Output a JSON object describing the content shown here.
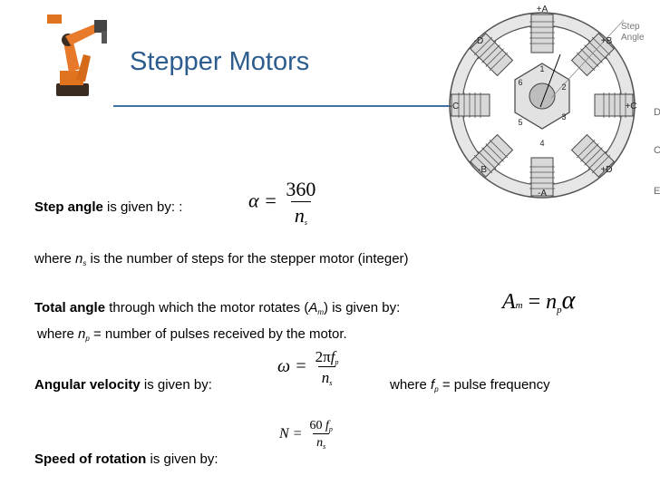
{
  "title": "Stepper Motors",
  "step_angle": {
    "label_bold": "Step angle",
    "label_rest": " is given by: :",
    "eq_lhs": "α =",
    "eq_num": "360",
    "eq_den_var": "n",
    "eq_den_sub": "s"
  },
  "ns_note": {
    "pre": "where ",
    "var": "n",
    "sub": "s",
    "post": " is the number of steps for the stepper motor (integer)"
  },
  "total_angle": {
    "label_bold": "Total angle",
    "label_mid": " through which the motor rotates (",
    "var": "A",
    "sub": "m",
    "label_end": ") is given by:",
    "eq_A": "A",
    "eq_A_sub": "m",
    "eq_eq": " = ",
    "eq_n": "n",
    "eq_n_sub": "p",
    "eq_alpha": "α"
  },
  "np_note": {
    "pre": "where ",
    "var": "n",
    "sub": "p",
    "post": " = number of pulses received by the motor."
  },
  "angular_velocity": {
    "label_bold": "Angular velocity",
    "label_rest": " is given by:",
    "eq_lhs": "ω =",
    "eq_num_pre": "2π",
    "eq_num_f": "f",
    "eq_num_sub": "p",
    "eq_den_var": "n",
    "eq_den_sub": "s",
    "note_pre": "where ",
    "note_var": "f",
    "note_sub": "p",
    "note_post": " = pulse frequency"
  },
  "speed": {
    "label_bold": "Speed of rotation",
    "label_rest": " is given by:",
    "eq_lhs": "N =",
    "eq_num_pre": "60 ",
    "eq_num_f": "f",
    "eq_num_sub": "p",
    "eq_den_var": "n",
    "eq_den_sub": "s"
  },
  "diagram": {
    "poles": [
      "+A",
      "+B",
      "+C",
      "+D",
      "-A",
      "-B",
      "-C",
      "-D"
    ],
    "rotor_teeth": [
      "1",
      "2",
      "3",
      "4",
      "5",
      "6"
    ],
    "step_angle_label_1": "Step",
    "step_angle_label_2": "Angle"
  },
  "edge_letters": [
    "D",
    "C",
    "E"
  ],
  "colors": {
    "title": "#2d5d8e",
    "rule": "#3f73a6",
    "robot": "#e0731e"
  }
}
